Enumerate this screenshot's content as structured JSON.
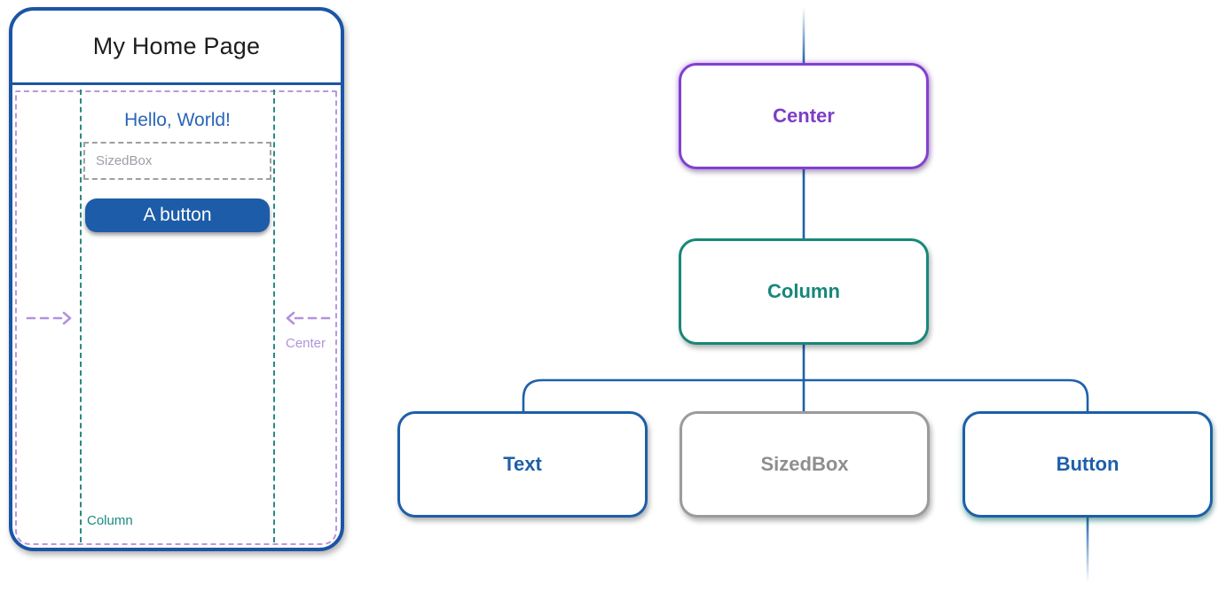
{
  "phone": {
    "title": "My Home Page",
    "greeting": "Hello, World!",
    "sizedbox_placeholder": "SizedBox",
    "button_label": "A button",
    "center_label": "Center",
    "column_label": "Column"
  },
  "tree": {
    "nodes": [
      {
        "id": "center",
        "label": "Center",
        "color": "#7d3dc8"
      },
      {
        "id": "column",
        "label": "Column",
        "color": "#17877a"
      },
      {
        "id": "text",
        "label": "Text",
        "color": "#1d5fa9"
      },
      {
        "id": "sizedbox",
        "label": "SizedBox",
        "color": "#8e8e8e"
      },
      {
        "id": "button",
        "label": "Button",
        "color": "#1d5fa9"
      }
    ],
    "edges": [
      {
        "from": "center",
        "to": "column"
      },
      {
        "from": "column",
        "to": "text"
      },
      {
        "from": "column",
        "to": "sizedbox"
      },
      {
        "from": "column",
        "to": "button"
      }
    ],
    "line_color": "#1f61ab"
  },
  "colors": {
    "phone_frame": "#1b55a5",
    "accent_blue": "#1d5ca8",
    "teal_guide": "#2a8a80",
    "purple_node": "#7d3dc8",
    "lavender_dash": "#bb95e0",
    "placeholder_gray": "#9aa0a6"
  }
}
